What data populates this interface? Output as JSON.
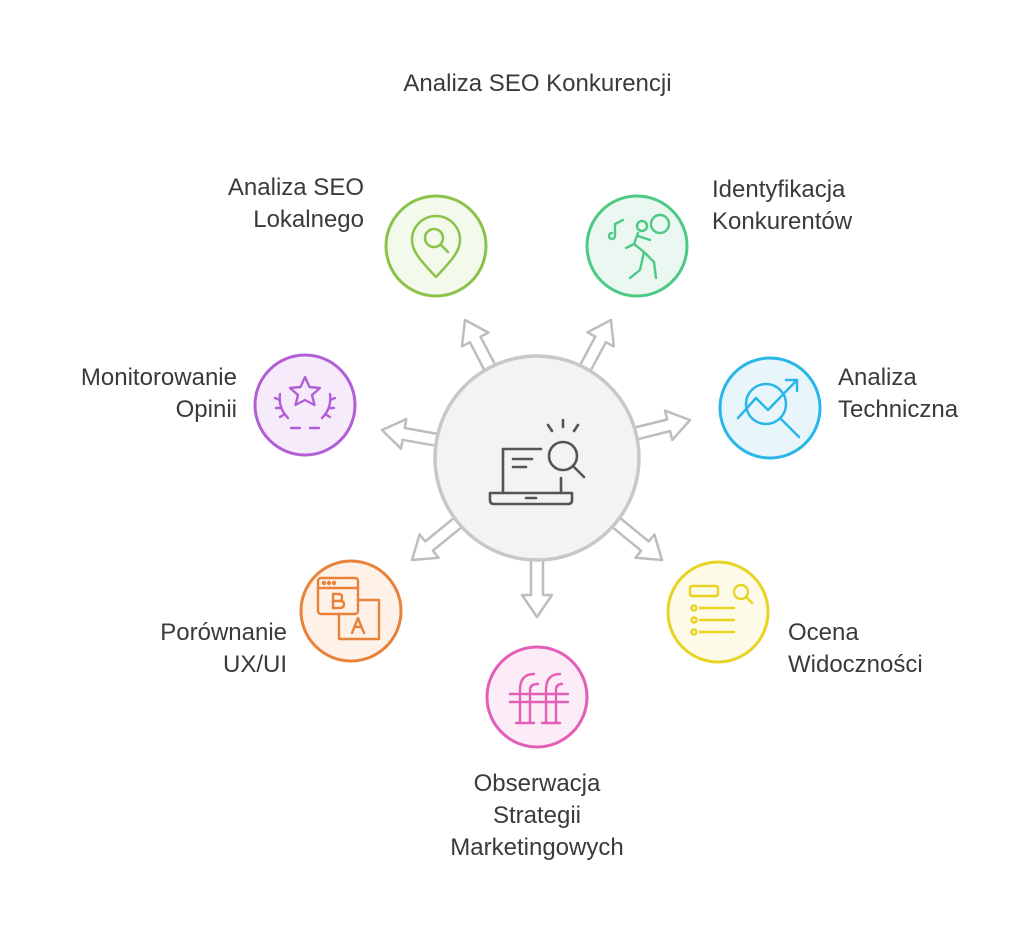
{
  "title": "Analiza SEO Konkurencji",
  "center": {
    "icon": "laptop-search-icon",
    "fill": "#f3f3f3",
    "stroke": "#c8c8c8"
  },
  "nodes": [
    {
      "id": "local-seo",
      "lines": [
        "Analiza SEO",
        "Lokalnego"
      ],
      "icon": "map-pin-search-icon",
      "color": "#8bc34a",
      "fill": "#f3f9eb"
    },
    {
      "id": "competitors",
      "lines": [
        "Identyfikacja",
        "Konkurentów"
      ],
      "icon": "climber-icon",
      "color": "#4cca84",
      "fill": "#ebf8f1"
    },
    {
      "id": "technical",
      "lines": [
        "Analiza",
        "Techniczna"
      ],
      "icon": "chart-magnifier-icon",
      "color": "#29b6e8",
      "fill": "#e8f6fc"
    },
    {
      "id": "visibility",
      "lines": [
        "Ocena",
        "Widoczności"
      ],
      "icon": "list-search-icon",
      "color": "#e8d324",
      "fill": "#fdfbe7"
    },
    {
      "id": "marketing",
      "lines": [
        "Obserwacja",
        "Strategii",
        "Marketingowych"
      ],
      "icon": "ff-ligature-icon",
      "color": "#e35fb7",
      "fill": "#fcecf7"
    },
    {
      "id": "ux",
      "lines": [
        "Porównanie",
        "UX/UI"
      ],
      "icon": "ab-test-icon",
      "color": "#e8823a",
      "fill": "#fdf1e8"
    },
    {
      "id": "reviews",
      "lines": [
        "Monitorowanie",
        "Opinii"
      ],
      "icon": "star-laurel-icon",
      "color": "#b25fd6",
      "fill": "#f5ebfa"
    }
  ]
}
